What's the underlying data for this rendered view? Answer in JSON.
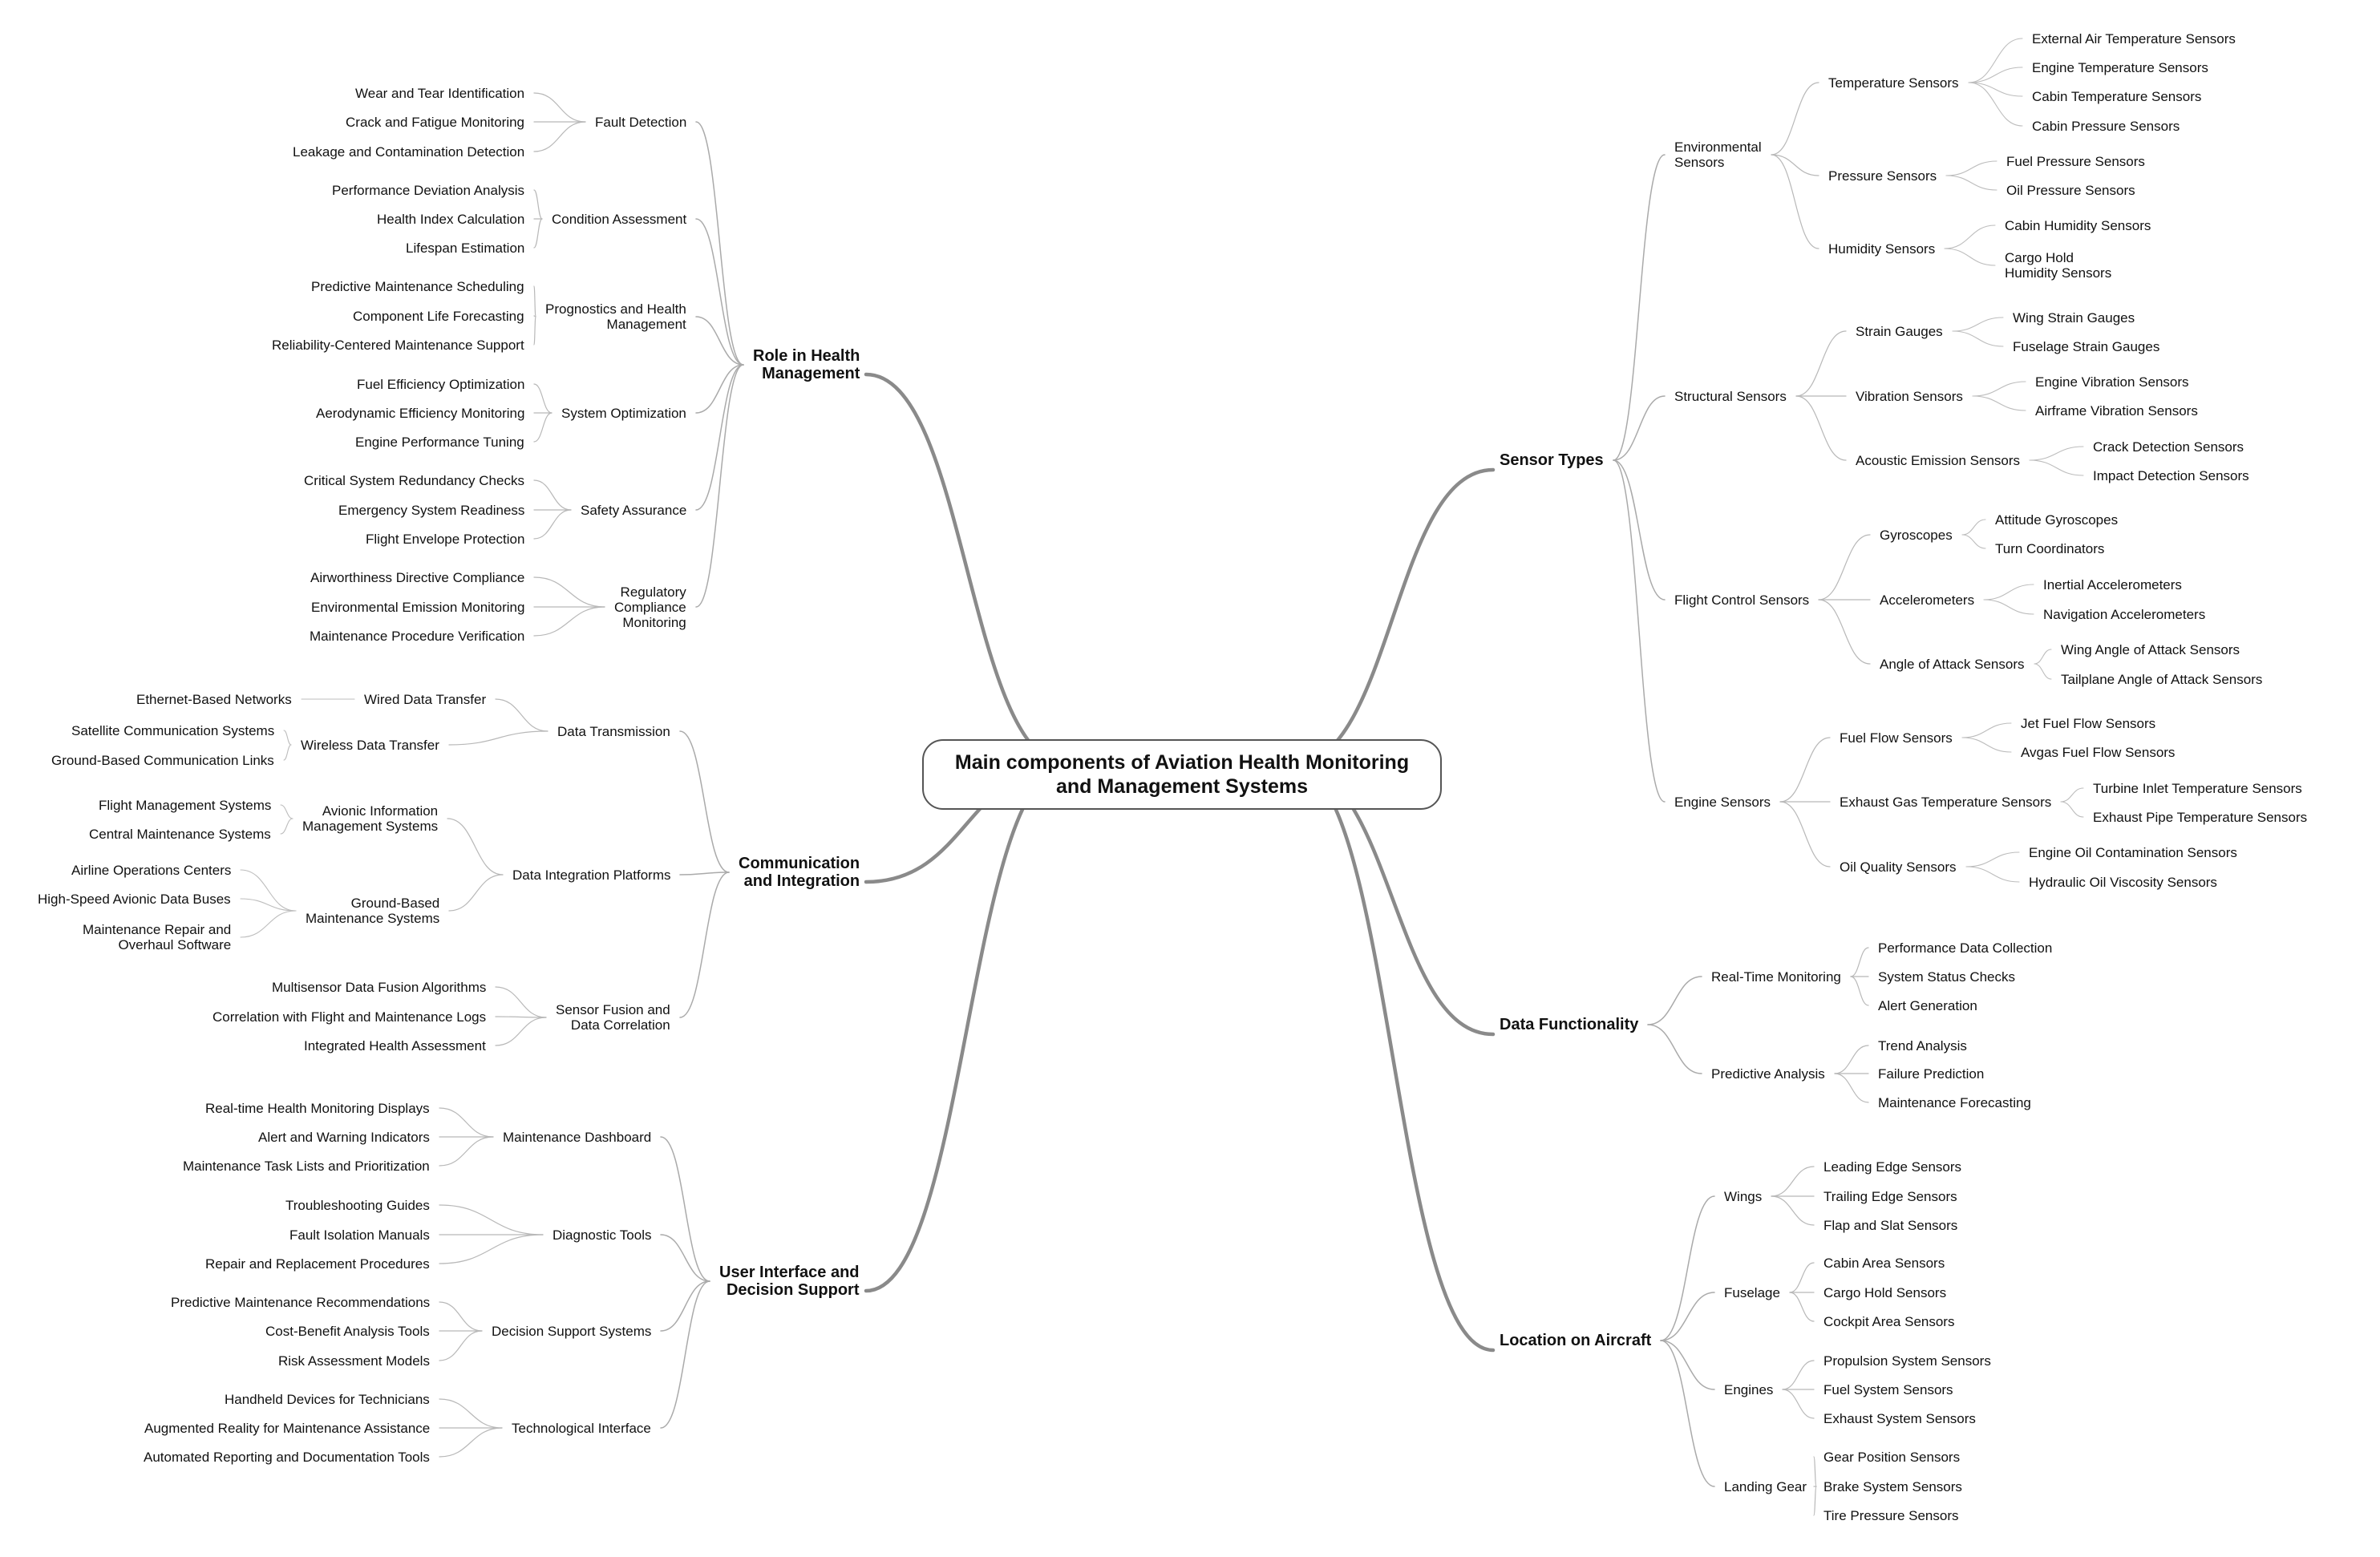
{
  "center": "Main components of Aviation Health Monitoring\nand Management Systems",
  "branches": [
    {
      "label": "Role in Health\nManagement",
      "side": "left",
      "children": [
        {
          "label": "Fault Detection",
          "children": [
            "Wear and Tear Identification",
            "Crack and Fatigue Monitoring",
            "Leakage and Contamination Detection"
          ]
        },
        {
          "label": "Condition Assessment",
          "children": [
            "Performance Deviation Analysis",
            "Health Index Calculation",
            "Lifespan Estimation"
          ]
        },
        {
          "label": "Prognostics and Health\nManagement",
          "children": [
            "Predictive Maintenance Scheduling",
            "Component Life Forecasting",
            "Reliability-Centered Maintenance Support"
          ]
        },
        {
          "label": "System Optimization",
          "children": [
            "Fuel Efficiency Optimization",
            "Aerodynamic Efficiency Monitoring",
            "Engine Performance Tuning"
          ]
        },
        {
          "label": "Safety Assurance",
          "children": [
            "Critical System Redundancy Checks",
            "Emergency System Readiness",
            "Flight Envelope Protection"
          ]
        },
        {
          "label": "Regulatory\nCompliance\nMonitoring",
          "children": [
            "Airworthiness Directive Compliance",
            "Environmental Emission Monitoring",
            "Maintenance Procedure Verification"
          ]
        }
      ]
    },
    {
      "label": "Communication\nand Integration",
      "side": "left",
      "children": [
        {
          "label": "Data Transmission",
          "children": [
            {
              "label": "Wired Data Transfer",
              "children": [
                "Ethernet-Based Networks"
              ]
            },
            {
              "label": "Wireless Data Transfer",
              "children": [
                "Satellite Communication Systems",
                "Ground-Based Communication Links"
              ]
            }
          ]
        },
        {
          "label": "Data Integration Platforms",
          "children": [
            {
              "label": "Avionic Information\nManagement Systems",
              "children": [
                "Flight Management Systems",
                "Central Maintenance Systems"
              ]
            },
            {
              "label": "Ground-Based\nMaintenance Systems",
              "children": [
                "Airline Operations Centers",
                "High-Speed Avionic Data Buses",
                "Maintenance Repair and\nOverhaul Software"
              ]
            }
          ]
        },
        {
          "label": "Sensor Fusion and\nData Correlation",
          "children": [
            "Multisensor Data Fusion Algorithms",
            "Correlation with Flight and Maintenance Logs",
            "Integrated Health Assessment"
          ]
        }
      ]
    },
    {
      "label": "User Interface and\nDecision Support",
      "side": "left",
      "children": [
        {
          "label": "Maintenance Dashboard",
          "children": [
            "Real-time Health Monitoring Displays",
            "Alert and Warning Indicators",
            "Maintenance Task Lists and Prioritization"
          ]
        },
        {
          "label": "Diagnostic Tools",
          "children": [
            "Troubleshooting Guides",
            "Fault Isolation Manuals",
            "Repair and Replacement Procedures"
          ]
        },
        {
          "label": "Decision Support Systems",
          "children": [
            "Predictive Maintenance Recommendations",
            "Cost-Benefit Analysis Tools",
            "Risk Assessment Models"
          ]
        },
        {
          "label": "Technological Interface",
          "children": [
            "Handheld Devices for Technicians",
            "Augmented Reality for Maintenance Assistance",
            "Automated Reporting and Documentation Tools"
          ]
        }
      ]
    },
    {
      "label": "Sensor Types",
      "side": "right",
      "children": [
        {
          "label": "Environmental\nSensors",
          "children": [
            {
              "label": "Temperature Sensors",
              "children": [
                "External Air Temperature Sensors",
                "Engine Temperature Sensors",
                "Cabin Temperature Sensors",
                "Cabin Pressure Sensors"
              ]
            },
            {
              "label": "Pressure Sensors",
              "children": [
                "Fuel Pressure Sensors",
                "Oil Pressure Sensors"
              ]
            },
            {
              "label": "Humidity Sensors",
              "children": [
                "Cabin Humidity Sensors",
                "Cargo Hold\nHumidity Sensors"
              ]
            }
          ]
        },
        {
          "label": "Structural Sensors",
          "children": [
            {
              "label": "Strain Gauges",
              "children": [
                "Wing Strain Gauges",
                "Fuselage Strain Gauges"
              ]
            },
            {
              "label": "Vibration Sensors",
              "children": [
                "Engine Vibration Sensors",
                "Airframe Vibration Sensors"
              ]
            },
            {
              "label": "Acoustic Emission Sensors",
              "children": [
                "Crack Detection Sensors",
                "Impact Detection Sensors"
              ]
            }
          ]
        },
        {
          "label": "Flight Control Sensors",
          "children": [
            {
              "label": "Gyroscopes",
              "children": [
                "Attitude Gyroscopes",
                "Turn Coordinators"
              ]
            },
            {
              "label": "Accelerometers",
              "children": [
                "Inertial Accelerometers",
                "Navigation Accelerometers"
              ]
            },
            {
              "label": "Angle of Attack Sensors",
              "children": [
                "Wing Angle of Attack Sensors",
                "Tailplane Angle of Attack Sensors"
              ]
            }
          ]
        },
        {
          "label": "Engine Sensors",
          "children": [
            {
              "label": "Fuel Flow Sensors",
              "children": [
                "Jet Fuel Flow Sensors",
                "Avgas Fuel Flow Sensors"
              ]
            },
            {
              "label": "Exhaust Gas Temperature Sensors",
              "children": [
                "Turbine Inlet Temperature Sensors",
                "Exhaust Pipe Temperature Sensors"
              ]
            },
            {
              "label": "Oil Quality Sensors",
              "children": [
                "Engine Oil Contamination Sensors",
                "Hydraulic Oil Viscosity Sensors"
              ]
            }
          ]
        }
      ]
    },
    {
      "label": "Data Functionality",
      "side": "right",
      "children": [
        {
          "label": "Real-Time Monitoring",
          "children": [
            "Performance Data Collection",
            "System Status Checks",
            "Alert Generation"
          ]
        },
        {
          "label": "Predictive Analysis",
          "children": [
            "Trend Analysis",
            "Failure Prediction",
            "Maintenance Forecasting"
          ]
        }
      ]
    },
    {
      "label": "Location on Aircraft",
      "side": "right",
      "children": [
        {
          "label": "Wings",
          "children": [
            "Leading Edge Sensors",
            "Trailing Edge Sensors",
            "Flap and Slat Sensors"
          ]
        },
        {
          "label": "Fuselage",
          "children": [
            "Cabin Area Sensors",
            "Cargo Hold Sensors",
            "Cockpit Area Sensors"
          ]
        },
        {
          "label": "Engines",
          "children": [
            "Propulsion System Sensors",
            "Fuel System Sensors",
            "Exhaust System Sensors"
          ]
        },
        {
          "label": "Landing Gear",
          "children": [
            "Gear Position Sensors",
            "Brake System Sensors",
            "Tire Pressure Sensors"
          ]
        }
      ]
    }
  ]
}
